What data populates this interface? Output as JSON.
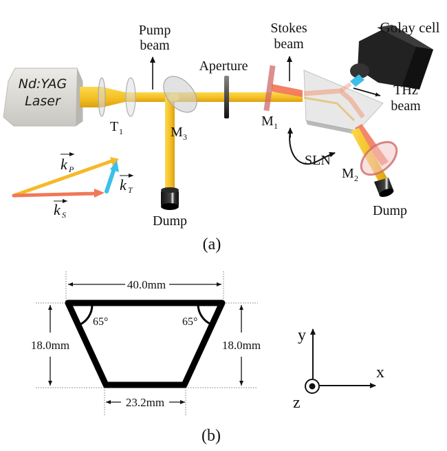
{
  "panel_a": {
    "caption": "(a)",
    "laser_line1": "Nd:YAG",
    "laser_line2": "Laser",
    "pump_beam_line1": "Pump",
    "pump_beam_line2": "beam",
    "aperture": "Aperture",
    "stokes_beam_line1": "Stokes",
    "stokes_beam_line2": "beam",
    "golay_cell": "Golay cell",
    "thz_beam_line1": "THz",
    "thz_beam_line2": "beam",
    "t1": "T",
    "t1_sub": "1",
    "m3": "M",
    "m3_sub": "3",
    "m1": "M",
    "m1_sub": "1",
    "m2": "M",
    "m2_sub": "2",
    "sln": "SLN",
    "dump_left": "Dump",
    "dump_right": "Dump",
    "vectors": {
      "kp": "k",
      "kp_sub": "P",
      "ks": "k",
      "ks_sub": "S",
      "kt": "k",
      "kt_sub": "T"
    },
    "colors": {
      "pump": "#f5c32c",
      "stokes": "#f07858",
      "thz": "#3cc0ea",
      "golay": "#1c1c1c",
      "laser_box": "#d8d6d0"
    }
  },
  "panel_b": {
    "caption": "(b)",
    "top_width": "40.0mm",
    "bottom_width": "23.2mm",
    "height_left": "18.0mm",
    "height_right": "18.0mm",
    "angle_left": "65°",
    "angle_right": "65°",
    "axes": {
      "x": "x",
      "y": "y",
      "z": "z"
    }
  }
}
